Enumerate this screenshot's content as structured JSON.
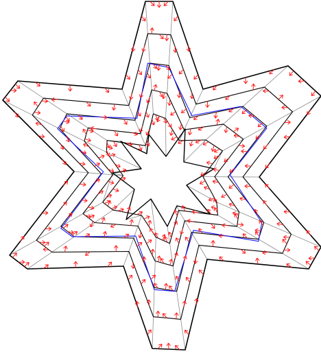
{
  "figure": {
    "type": "star-polygon-mesh-with-vector-field",
    "arms": 6,
    "nested_contours": 5,
    "colors": {
      "background": "#ffffff",
      "contour": "#000000",
      "mesh_edge": "#8a8a8a",
      "vector_arrow": "#ff1a1a",
      "highlight_loop": "#1a1aff"
    }
  }
}
